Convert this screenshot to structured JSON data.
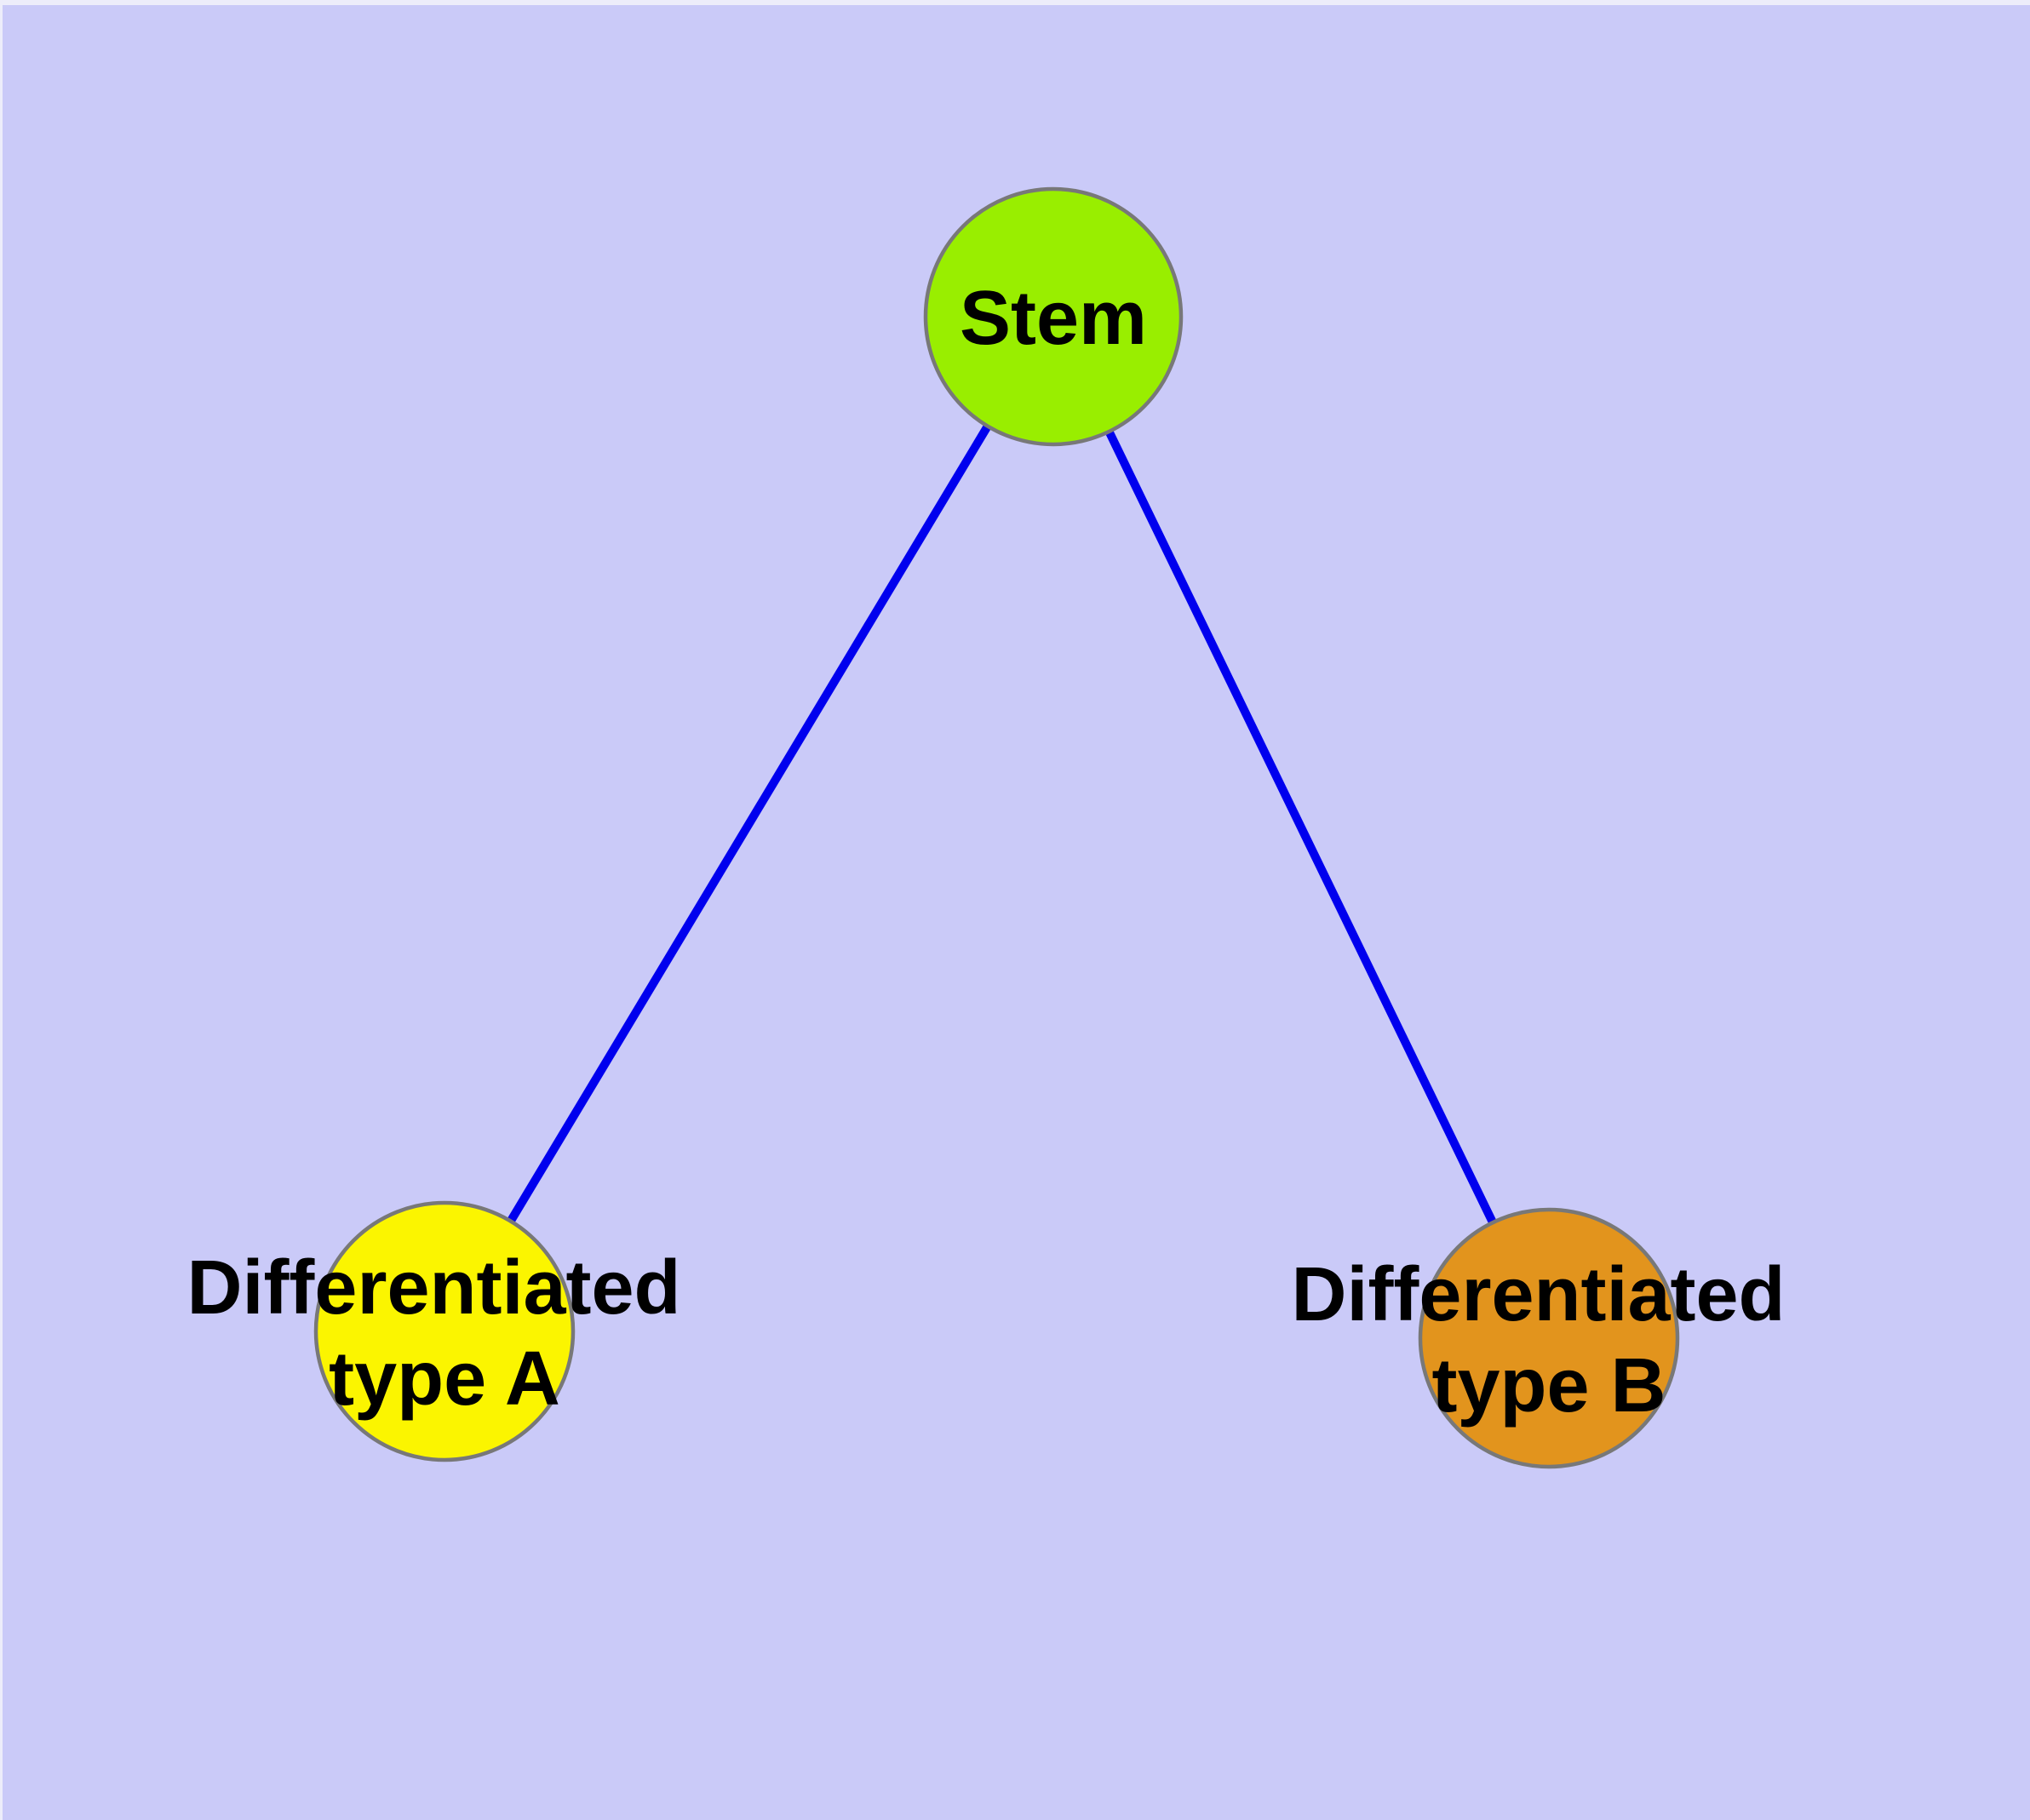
{
  "canvas": {
    "background": "#CACAF8",
    "window_edge_color": "#EDEDFA"
  },
  "diagram": {
    "text_color": "#000000",
    "nodes": [
      {
        "id": "stem",
        "label": "Stem",
        "fill": "#99EE00",
        "border": "#787878"
      },
      {
        "id": "differentiated-type-a",
        "label": "Differentiated type A",
        "label_line1": "Differentiated",
        "label_line2": "type A",
        "fill": "#FBF500",
        "border": "#787878"
      },
      {
        "id": "differentiated-type-b",
        "label": "Differentiated type B",
        "label_line1": "Differentiated",
        "label_line2": "type B",
        "fill": "#E2941D",
        "border": "#787878"
      }
    ],
    "edges": [
      {
        "from": "stem",
        "to": "differentiated-type-a",
        "color": "#0000EE"
      },
      {
        "from": "stem",
        "to": "differentiated-type-b",
        "color": "#0000EE"
      }
    ]
  }
}
